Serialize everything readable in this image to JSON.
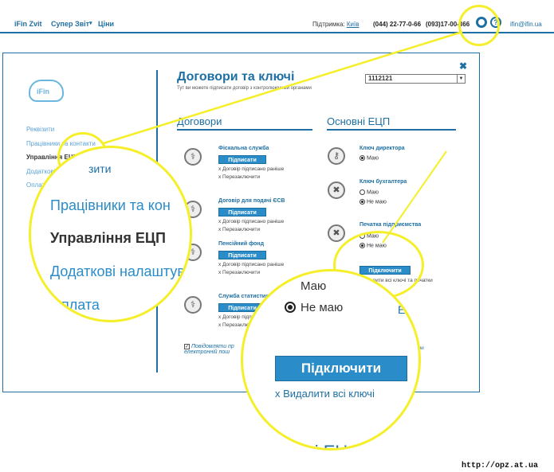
{
  "topbar": {
    "brand": "iFin Zvit",
    "nav": [
      "Супер Звіт",
      "Ціни"
    ],
    "support_label": "Підтримка:",
    "support_city": "Київ",
    "phone1": "(044) 22-77-0-66",
    "phone2": "(093)17-00-366",
    "user": "ifin@ifin.ua"
  },
  "modal": {
    "close": "✖",
    "logo_text": "iFin",
    "sidebar": [
      "Реквізити",
      "Працівники та контакти",
      "Управління ЕЦП",
      "Додаткові налаштування",
      "Оплата"
    ],
    "title": "Договори та ключі",
    "subtitle": "Тут ви можете підписати договір з контролюючими органами",
    "company_select": "1112121",
    "contracts_heading": "Договори",
    "contracts": [
      {
        "name": "Фіскальна служба",
        "button": "Підписати",
        "line1": "x Договір підписано раніше",
        "line2": "x Перезаключити"
      },
      {
        "name": "Договір для подачі ЄСВ",
        "button": "Підписати",
        "line1": "x Договір підписано раніше",
        "line2": "x Перезаключити"
      },
      {
        "name": "Пенсійний фонд",
        "button": "Підписати",
        "line1": "x Договір підписано раніше",
        "line2": "x Перезаключити"
      },
      {
        "name": "Служба статистики",
        "button": "Підписати",
        "line1": "x Договір підписано раніше",
        "line2": "x Перезаключити"
      }
    ],
    "keys_heading": "Основні ЕЦП",
    "keys": [
      {
        "name": "Ключ директора",
        "opt1": "Маю"
      },
      {
        "name": "Ключ бухгалтера",
        "opt1": "Маю",
        "opt2": "Не маю"
      },
      {
        "name": "Печатка підприємства",
        "opt1": "Маю",
        "opt2": "Не маю"
      }
    ],
    "connect_button": "Підключити",
    "delete_all": "x Видалити всі ключі та печатки",
    "notify_text_1": "Повідомляти пр",
    "notify_text_2": "електронній пош",
    "right_text": "ами"
  },
  "zoom_left": {
    "items": [
      "Працівники та кон",
      "Управління ЕЦП",
      "Додаткові налаштув",
      "Оплата"
    ],
    "top_fragment": "зити"
  },
  "zoom_right": {
    "opt1": "Маю",
    "opt2": "Не маю",
    "button": "Підключити",
    "delete": "x Видалити всі ключі",
    "bottom_fragment": "ві ЕЦ",
    "right_fragment": "ЕП"
  },
  "watermark": "http://opz.at.ua"
}
